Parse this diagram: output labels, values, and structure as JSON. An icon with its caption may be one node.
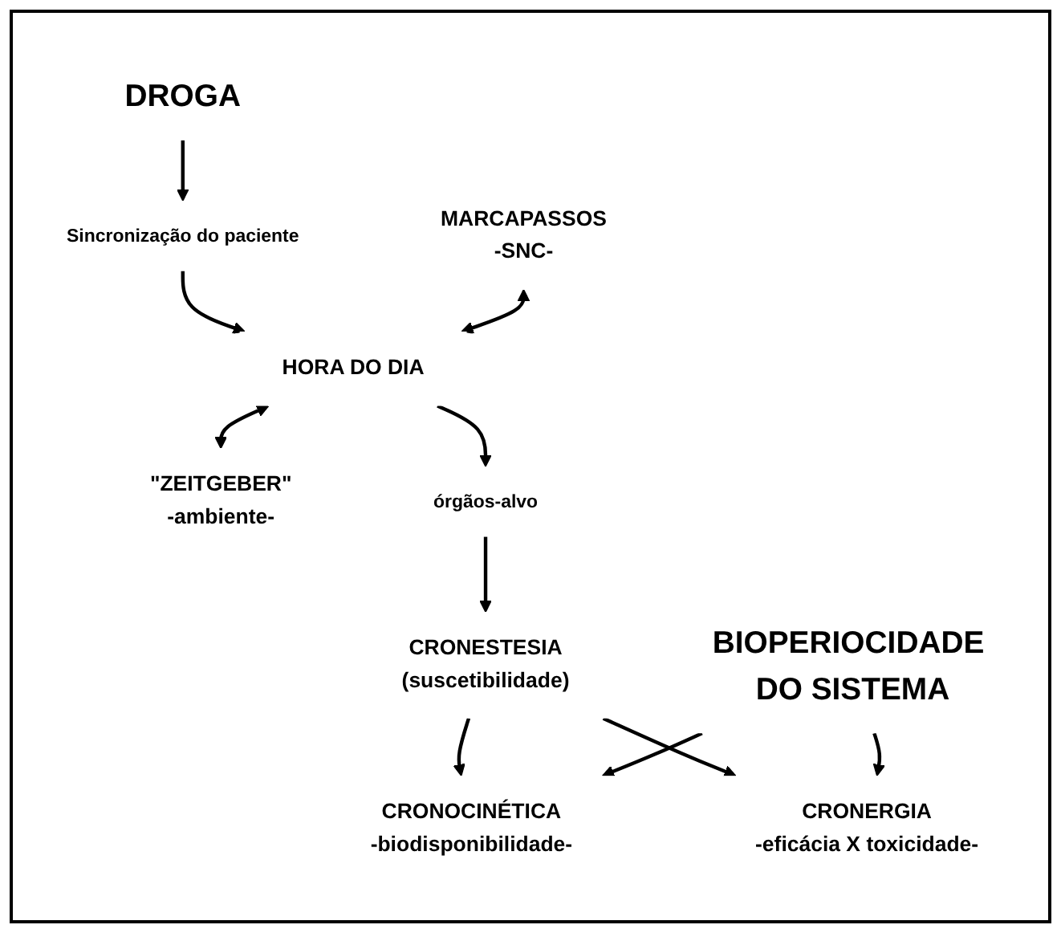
{
  "diagram": {
    "nodes": [
      {
        "text": [
          "DROGA"
        ]
      },
      {
        "text": [
          "Sincronização do paciente"
        ]
      },
      {
        "text": [
          "MARCAPASSOS",
          "-SNC-"
        ]
      },
      {
        "text": [
          "HORA DO DIA"
        ]
      },
      {
        "text": [
          "\"ZEITGEBER\"",
          "-ambiente-"
        ]
      },
      {
        "text": [
          "órgãos-alvo"
        ]
      },
      {
        "text": [
          "CRONESTESIA",
          "(suscetibilidade)"
        ]
      },
      {
        "text": [
          "CRONOCINÉTICA",
          "-biodisponibilidade-"
        ]
      },
      {
        "text": [
          "CRONERGIA",
          "-eficácia X toxicidade-"
        ]
      },
      {
        "text": [
          "BIOPERIOCIDADE DO SISTEMA"
        ]
      }
    ],
    "edges": [
      {
        "from": 0,
        "to": 1,
        "arrow": "to"
      },
      {
        "from": 1,
        "to": 3,
        "arrow": "to"
      },
      {
        "from": 2,
        "to": 3,
        "arrow": "both"
      },
      {
        "from": 3,
        "to": 4,
        "arrow": "both"
      },
      {
        "from": 3,
        "to": 5,
        "arrow": "to"
      },
      {
        "from": 5,
        "to": 6,
        "arrow": "to"
      },
      {
        "from": 6,
        "to": 7,
        "arrow": "to"
      },
      {
        "from": 6,
        "to": 8,
        "arrow": "to"
      },
      {
        "from": 9,
        "to": 7,
        "arrow": "to"
      },
      {
        "from": 9,
        "to": 8,
        "arrow": "to"
      }
    ]
  }
}
